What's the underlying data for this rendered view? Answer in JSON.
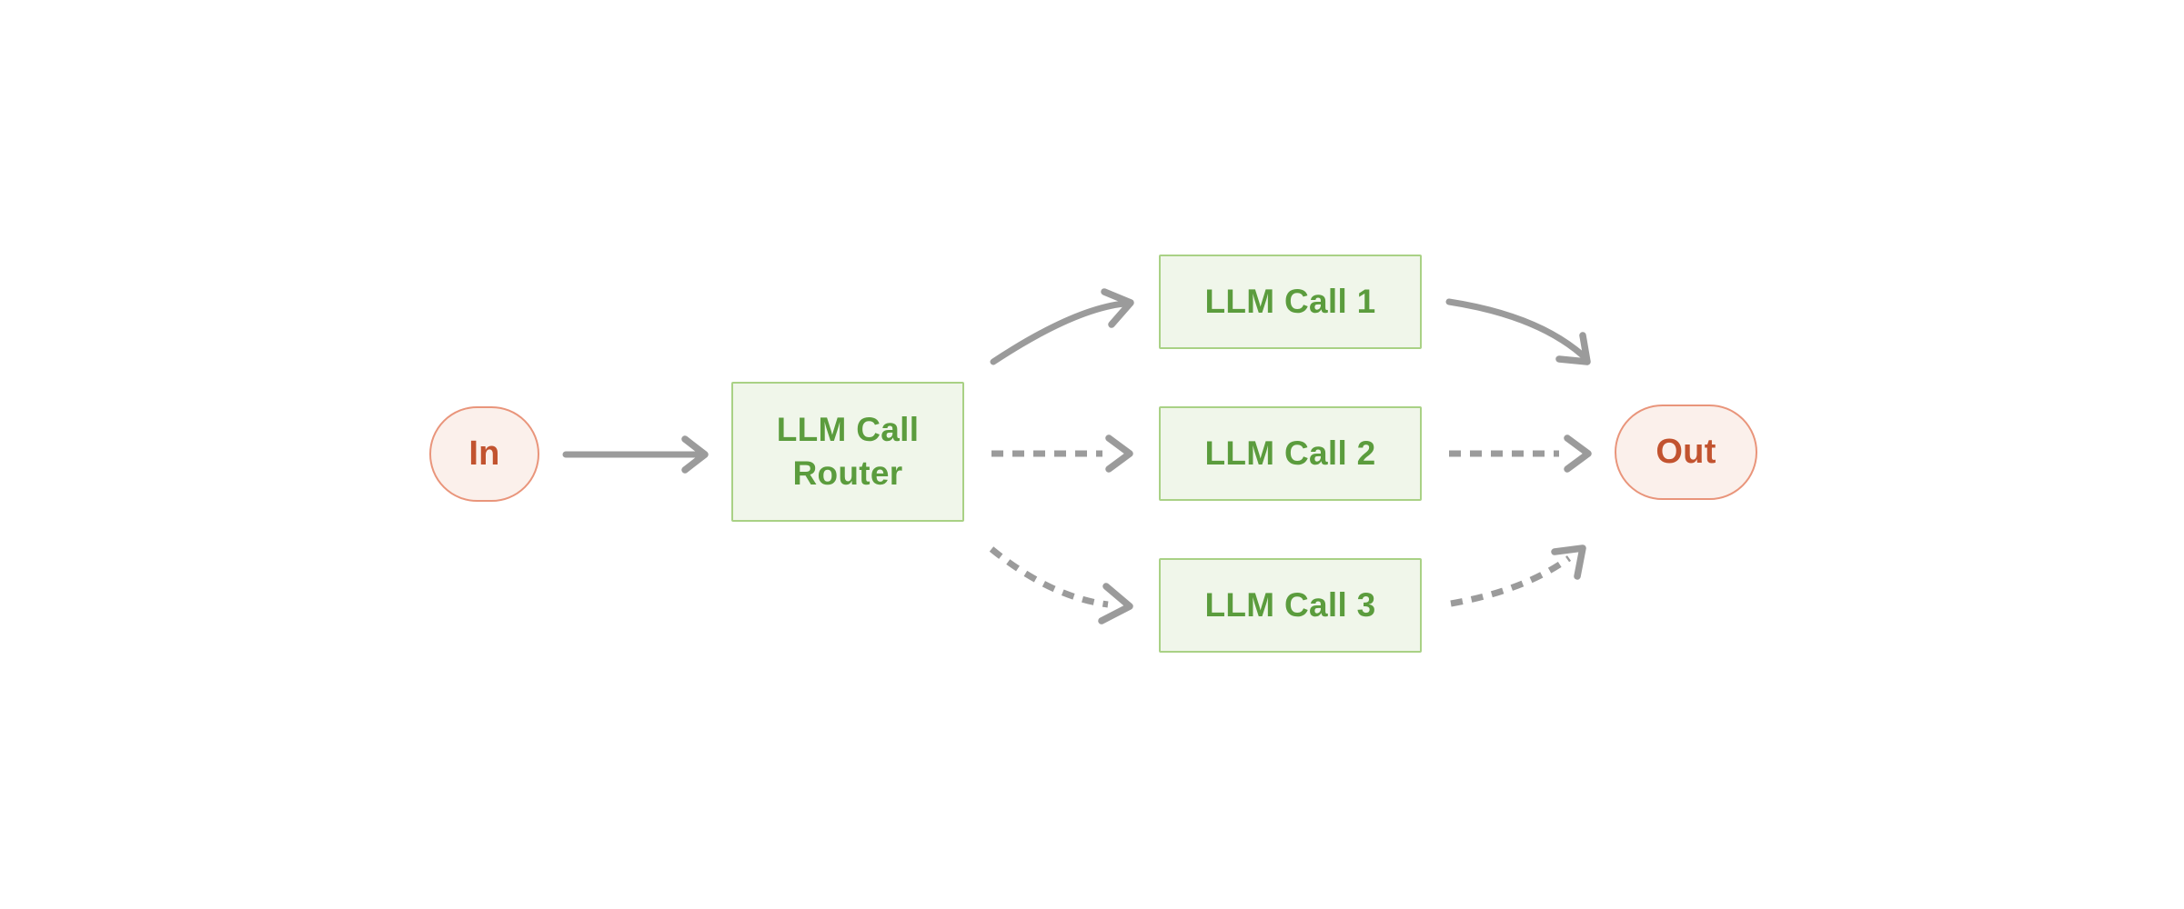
{
  "diagram": {
    "nodes": {
      "in": {
        "label": "In"
      },
      "router": {
        "label": "LLM Call Router",
        "lines": [
          "LLM Call",
          "Router"
        ]
      },
      "call1": {
        "label": "LLM Call 1"
      },
      "call2": {
        "label": "LLM Call 2"
      },
      "call3": {
        "label": "LLM Call 3"
      },
      "out": {
        "label": "Out"
      }
    },
    "edges": [
      {
        "from": "in",
        "to": "router",
        "style": "solid"
      },
      {
        "from": "router",
        "to": "llm-call-1",
        "style": "solid"
      },
      {
        "from": "router",
        "to": "llm-call-2",
        "style": "dashed"
      },
      {
        "from": "router",
        "to": "llm-call-3",
        "style": "dashed"
      },
      {
        "from": "llm-call-1",
        "to": "out",
        "style": "solid"
      },
      {
        "from": "llm-call-2",
        "to": "out",
        "style": "dashed"
      },
      {
        "from": "llm-call-3",
        "to": "out",
        "style": "dashed"
      }
    ]
  },
  "colors": {
    "bg": "#ffffff",
    "pill_fill": "#fbf0eb",
    "pill_border": "#e9957b",
    "pill_text": "#c2532f",
    "green_fill": "#f0f6ea",
    "green_border": "#a9d185",
    "green_text": "#5b9c3d",
    "arrow_gray": "#9b9b9b"
  }
}
